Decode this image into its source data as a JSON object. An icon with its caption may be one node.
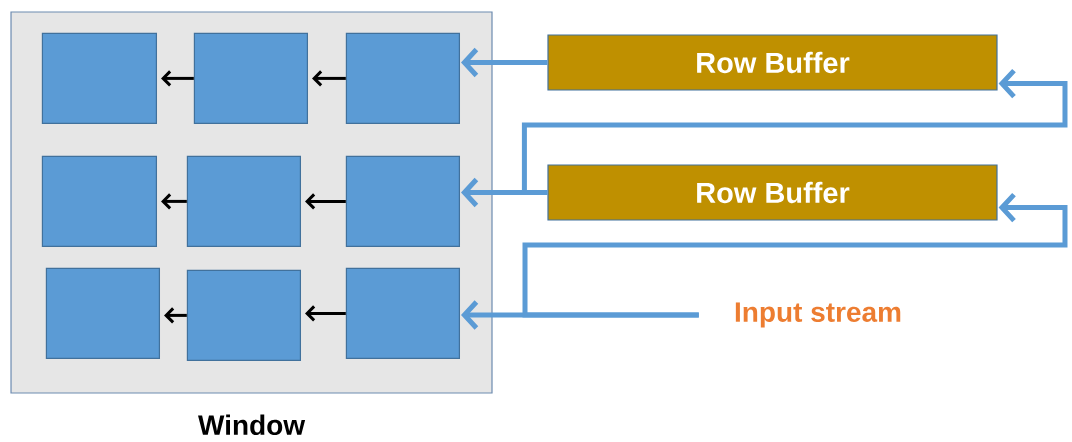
{
  "diagram": {
    "nodes": [
      {
        "text": [
          "Window"
        ]
      },
      {
        "text": [],
        "shape": "box",
        "in": 0
      },
      {
        "text": [],
        "shape": "box",
        "in": 0
      },
      {
        "text": [],
        "shape": "box",
        "in": 0
      },
      {
        "text": [],
        "shape": "box",
        "in": 0
      },
      {
        "text": [],
        "shape": "box",
        "in": 0
      },
      {
        "text": [],
        "shape": "box",
        "in": 0
      },
      {
        "text": [],
        "shape": "box",
        "in": 0
      },
      {
        "text": [],
        "shape": "box",
        "in": 0
      },
      {
        "text": [],
        "shape": "box",
        "in": 0
      },
      {
        "text": [
          "Row Buffer"
        ]
      },
      {
        "text": [
          "Row Buffer"
        ]
      },
      {
        "text": [
          "Input stream"
        ]
      }
    ],
    "edges": [
      {
        "from": 2,
        "to": 1,
        "arrow": "to",
        "color": "#000000"
      },
      {
        "from": 3,
        "to": 2,
        "arrow": "to",
        "color": "#000000"
      },
      {
        "from": 5,
        "to": 4,
        "arrow": "to",
        "color": "#000000"
      },
      {
        "from": 6,
        "to": 5,
        "arrow": "to",
        "color": "#000000"
      },
      {
        "from": 8,
        "to": 7,
        "arrow": "to",
        "color": "#000000"
      },
      {
        "from": 9,
        "to": 8,
        "arrow": "to",
        "color": "#000000"
      },
      {
        "from": 10,
        "to": 3,
        "arrow": "to",
        "color": "#5b9bd5"
      },
      {
        "from": 11,
        "to": 6,
        "arrow": "to",
        "color": "#5b9bd5"
      },
      {
        "from": 11,
        "to": 10,
        "arrow": "to",
        "color": "#5b9bd5"
      },
      {
        "from": 12,
        "to": 9,
        "arrow": "to",
        "color": "#5b9bd5"
      },
      {
        "from": 12,
        "to": 11,
        "arrow": "to",
        "color": "#5b9bd5"
      }
    ]
  }
}
